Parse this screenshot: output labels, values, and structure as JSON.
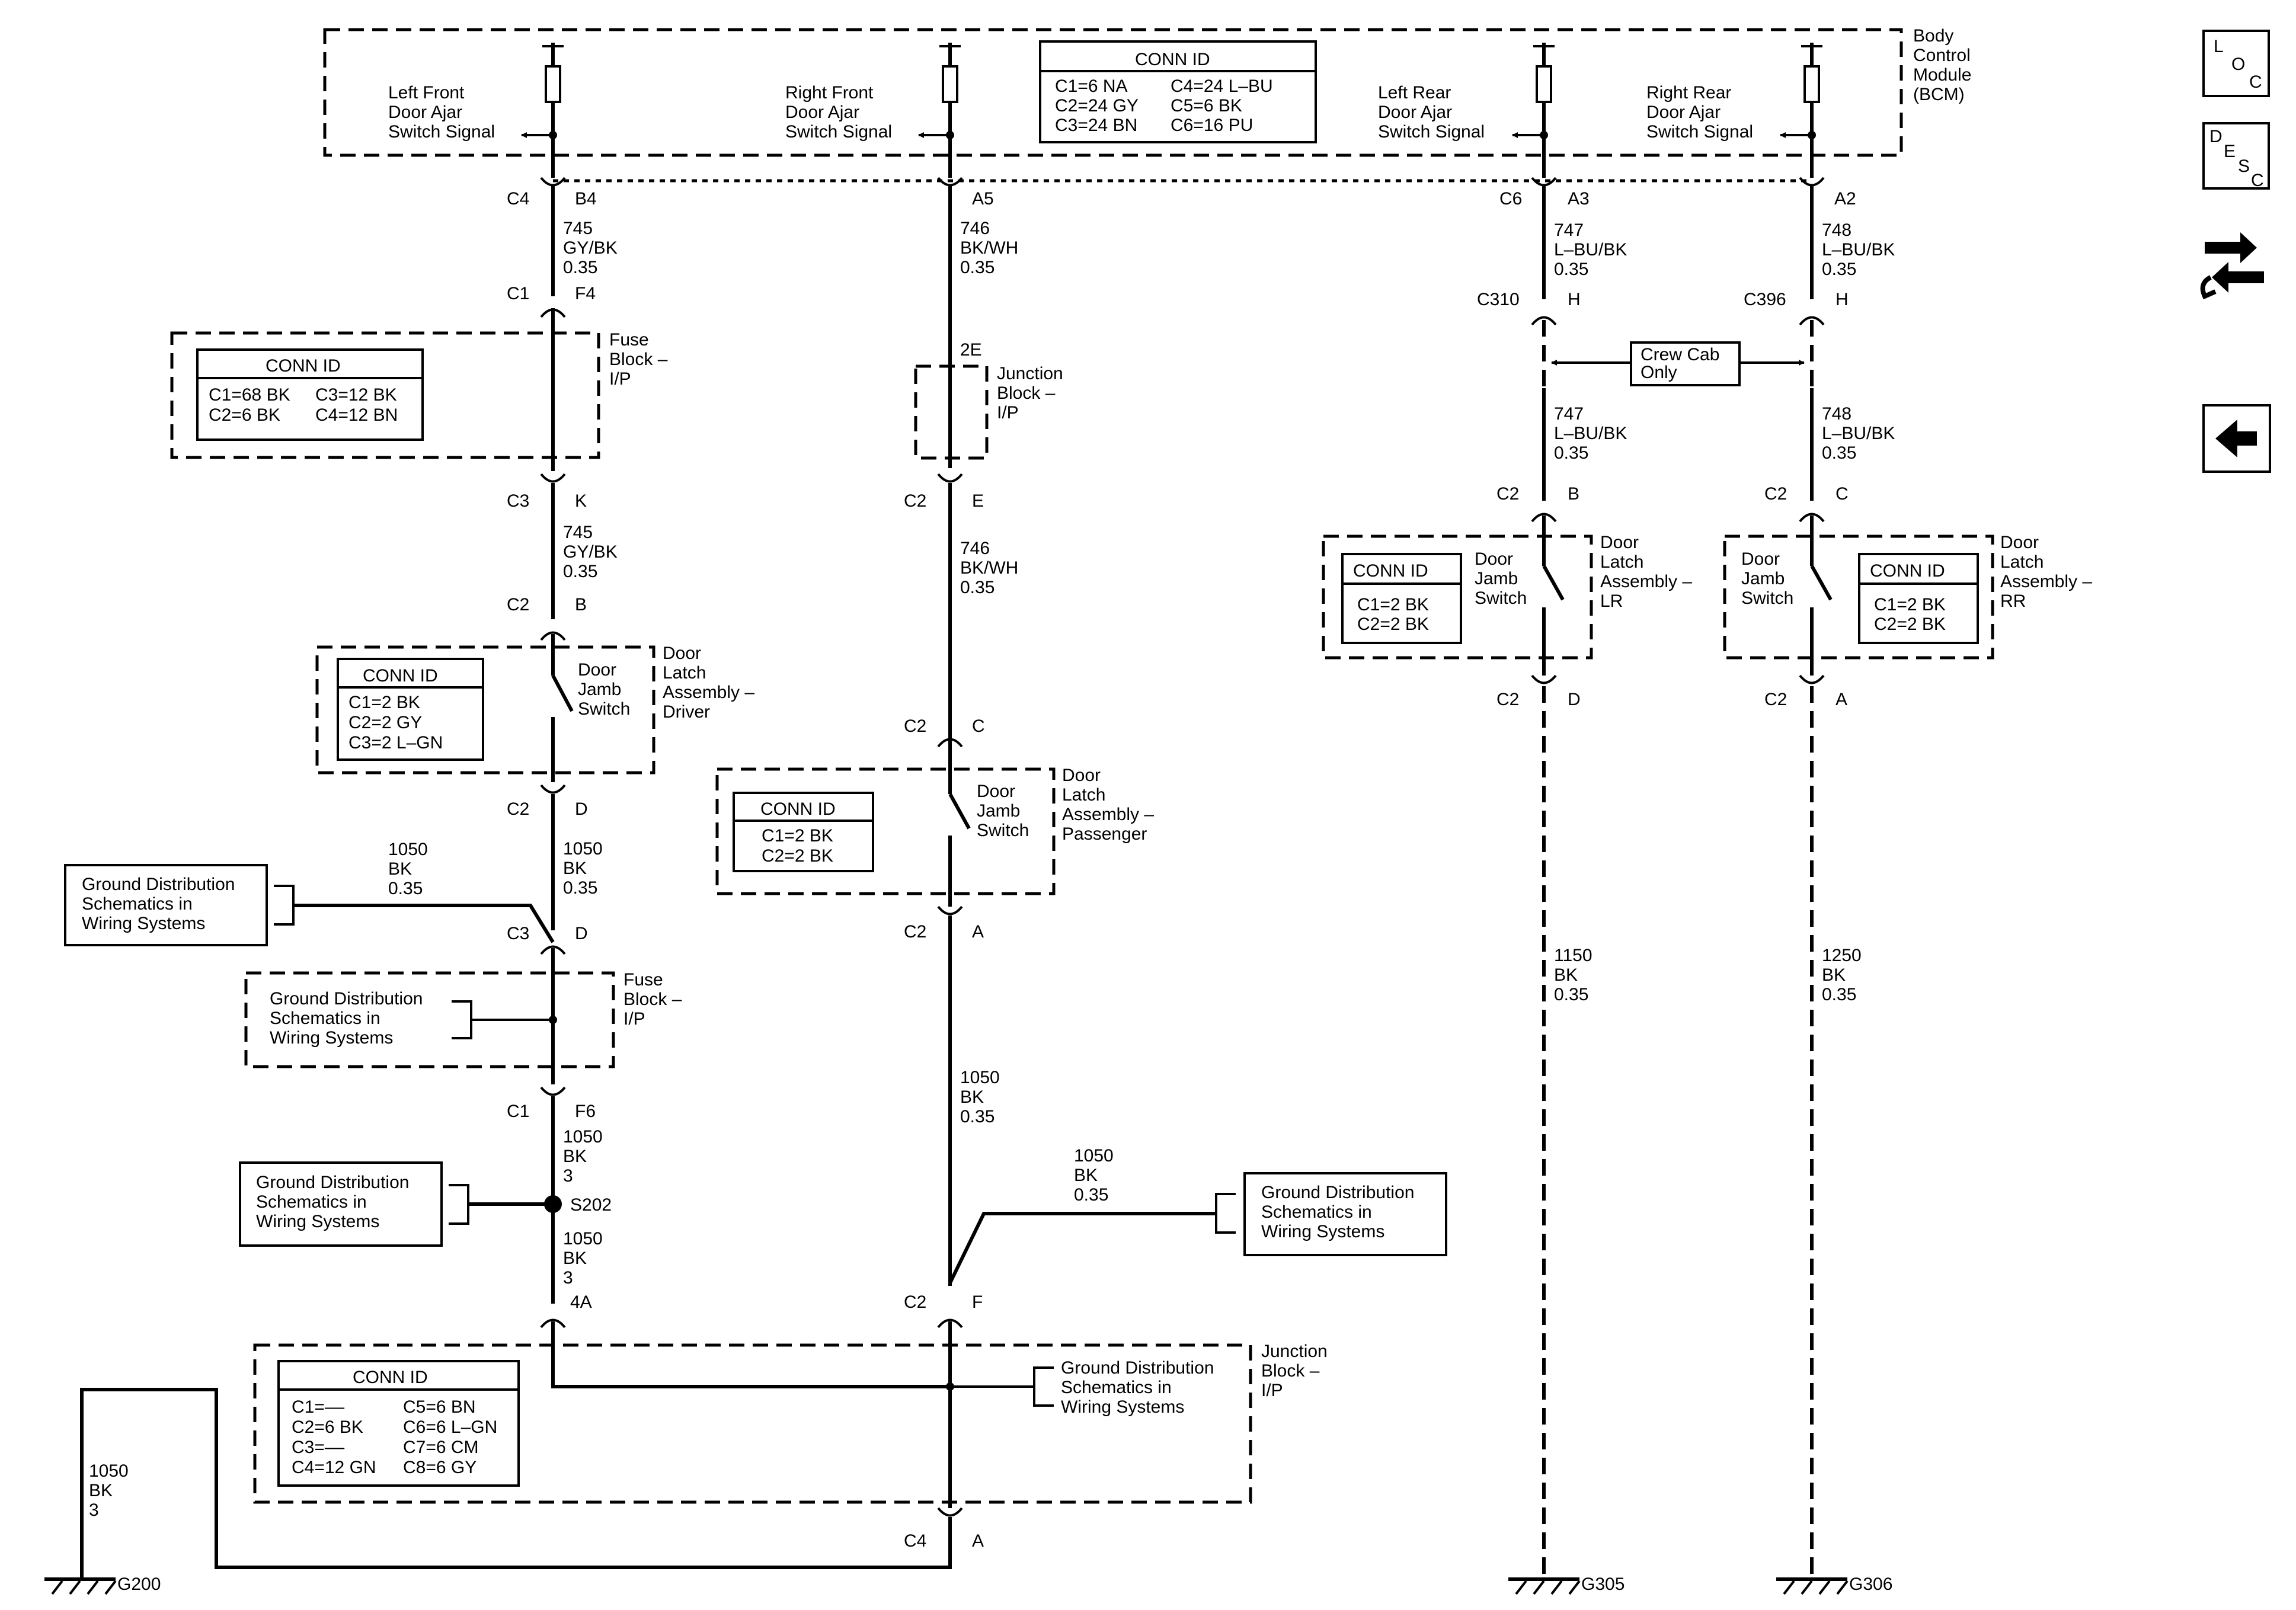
{
  "module": {
    "bcm_label": [
      "Body",
      "Control",
      "Module",
      "(BCM)"
    ],
    "conn_id_title": "CONN ID",
    "conn_id_rows": [
      "C1=6 NA",
      "C2=24 GY",
      "C3=24 BN",
      "C4=24 L–BU",
      "C5=6 BK",
      "C6=16 PU"
    ],
    "signals": {
      "lf": [
        "Left Front",
        "Door Ajar",
        "Switch Signal"
      ],
      "rf": [
        "Right Front",
        "Door Ajar",
        "Switch Signal"
      ],
      "lr": [
        "Left Rear",
        "Door Ajar",
        "Switch Signal"
      ],
      "rr": [
        "Right Rear",
        "Door Ajar",
        "Switch Signal"
      ]
    },
    "pins": {
      "c4": "C4",
      "b4": "B4",
      "a5": "A5",
      "c6": "C6",
      "a3": "A3",
      "a2": "A2"
    }
  },
  "nav_icons": {
    "loc": [
      "L",
      "O",
      "C"
    ],
    "desc": [
      "D",
      "E",
      "S",
      "C"
    ]
  },
  "lf_circuit": {
    "wire1": [
      "745",
      "GY/BK",
      "0.35"
    ],
    "c1": "C1",
    "f4": "F4",
    "fuse_block_label": [
      "Fuse",
      "Block –",
      "I/P"
    ],
    "fuse_conn_title": "CONN ID",
    "fuse_conn_rows": [
      "C1=68 BK",
      "C2=6 BK",
      "C3=12 BK",
      "C4=12 BN"
    ],
    "c3": "C3",
    "k": "K",
    "wire2": [
      "745",
      "GY/BK",
      "0.35"
    ],
    "c2": "C2",
    "b": "B",
    "latch_label": [
      "Door",
      "Latch",
      "Assembly –",
      "Driver"
    ],
    "switch_label": [
      "Door",
      "Jamb",
      "Switch"
    ],
    "latch_conn_title": "CONN ID",
    "latch_conn_rows": [
      "C1=2 BK",
      "C2=2 GY",
      "C3=2 L–GN"
    ],
    "c2b": "C2",
    "d": "D",
    "gnd_wire": [
      "1050",
      "BK",
      "0.35"
    ],
    "wire3": [
      "1050",
      "BK",
      "0.35"
    ],
    "gnd_ref": [
      "Ground Distribution",
      "Schematics in",
      "Wiring Systems"
    ],
    "c3b": "C3",
    "d2": "D",
    "fuse2_label": [
      "Fuse",
      "Block –",
      "I/P"
    ],
    "gnd_ref2": [
      "Ground Distribution",
      "Schematics in",
      "Wiring Systems"
    ],
    "c1b": "C1",
    "f6": "F6",
    "wire4": [
      "1050",
      "BK",
      "3"
    ],
    "gnd_ref3": [
      "Ground Distribution",
      "Schematics in",
      "Wiring Systems"
    ],
    "s202": "S202",
    "wire5": [
      "1050",
      "BK",
      "3"
    ],
    "pin_4a": "4A"
  },
  "rf_circuit": {
    "wire1": [
      "746",
      "BK/WH",
      "0.35"
    ],
    "pin_2e": "2E",
    "jb_label": [
      "Junction",
      "Block –",
      "I/P"
    ],
    "c2": "C2",
    "e": "E",
    "wire2": [
      "746",
      "BK/WH",
      "0.35"
    ],
    "c2b": "C2",
    "c": "C",
    "latch_label": [
      "Door",
      "Latch",
      "Assembly –",
      "Passenger"
    ],
    "switch_label": [
      "Door",
      "Jamb",
      "Switch"
    ],
    "latch_conn_title": "CONN ID",
    "latch_conn_rows": [
      "C1=2 BK",
      "C2=2 BK"
    ],
    "c2c": "C2",
    "a": "A",
    "wire3": [
      "1050",
      "BK",
      "0.35"
    ],
    "gnd_wire": [
      "1050",
      "BK",
      "0.35"
    ],
    "gnd_ref": [
      "Ground Distribution",
      "Schematics in",
      "Wiring Systems"
    ],
    "c2d": "C2",
    "f": "F"
  },
  "junction_block": {
    "label": [
      "Junction",
      "Block –",
      "I/P"
    ],
    "conn_title": "CONN ID",
    "conn_rows": [
      "C1=––",
      "C2=6 BK",
      "C3=––",
      "C4=12 GN",
      "C5=6 BN",
      "C6=6 L–GN",
      "C7=6 CM",
      "C8=6 GY"
    ],
    "gnd_ref": [
      "Ground Distribution",
      "Schematics in",
      "Wiring Systems"
    ],
    "c4": "C4",
    "a": "A",
    "g200_wire": [
      "1050",
      "BK",
      "3"
    ],
    "g200": "G200"
  },
  "lr_circuit": {
    "wire1": [
      "747",
      "L–BU/BK",
      "0.35"
    ],
    "c310": "C310",
    "h": "H",
    "wire2": [
      "747",
      "L–BU/BK",
      "0.35"
    ],
    "c2": "C2",
    "b": "B",
    "latch_label": [
      "Door",
      "Latch",
      "Assembly –",
      "LR"
    ],
    "switch_label": [
      "Door",
      "Jamb",
      "Switch"
    ],
    "latch_conn_title": "CONN ID",
    "latch_conn_rows": [
      "C1=2 BK",
      "C2=2 BK"
    ],
    "c2b": "C2",
    "d": "D",
    "wire3": [
      "1150",
      "BK",
      "0.35"
    ],
    "g305": "G305"
  },
  "rr_circuit": {
    "wire1": [
      "748",
      "L–BU/BK",
      "0.35"
    ],
    "c396": "C396",
    "h": "H",
    "wire2": [
      "748",
      "L–BU/BK",
      "0.35"
    ],
    "c2": "C2",
    "c": "C",
    "latch_label": [
      "Door",
      "Latch",
      "Assembly –",
      "RR"
    ],
    "switch_label": [
      "Door",
      "Jamb",
      "Switch"
    ],
    "latch_conn_title": "CONN ID",
    "latch_conn_rows": [
      "C1=2 BK",
      "C2=2 BK"
    ],
    "c2b": "C2",
    "a": "A",
    "wire3": [
      "1250",
      "BK",
      "0.35"
    ],
    "g306": "G306"
  },
  "crew_cab": [
    "Crew Cab",
    "Only"
  ]
}
